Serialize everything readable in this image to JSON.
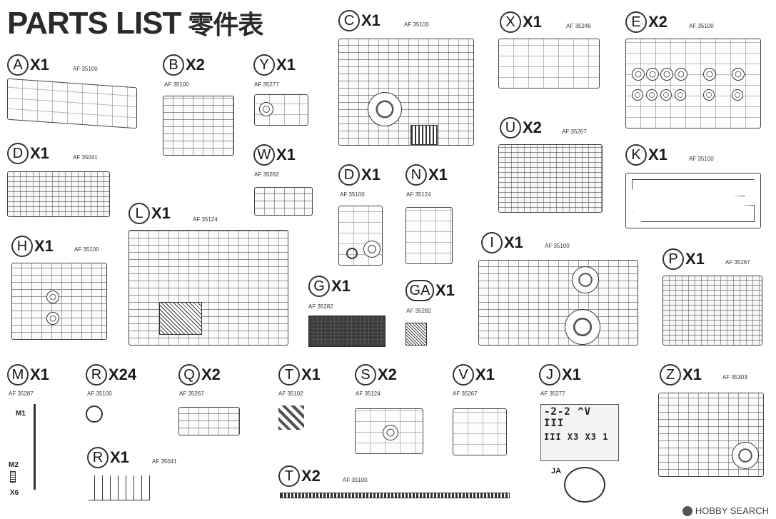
{
  "title": {
    "main": "PARTS  LIST",
    "chinese": "零件表"
  },
  "parts": [
    {
      "id": "A",
      "letter": "A",
      "qty": "X1",
      "code": "AF 35100"
    },
    {
      "id": "B",
      "letter": "B",
      "qty": "X2",
      "code": "AF 35100"
    },
    {
      "id": "Y",
      "letter": "Y",
      "qty": "X1",
      "code": "AF 35277"
    },
    {
      "id": "C",
      "letter": "C",
      "qty": "X1",
      "code": "AF 35100"
    },
    {
      "id": "X",
      "letter": "X",
      "qty": "X1",
      "code": "AF 35246"
    },
    {
      "id": "E",
      "letter": "E",
      "qty": "X2",
      "code": "AF 35100"
    },
    {
      "id": "D1",
      "letter": "D",
      "qty": "X1",
      "code": "AF 35041"
    },
    {
      "id": "W",
      "letter": "W",
      "qty": "X1",
      "code": "AF 35282"
    },
    {
      "id": "U",
      "letter": "U",
      "qty": "X2",
      "code": "AF 35267"
    },
    {
      "id": "K",
      "letter": "K",
      "qty": "X1",
      "code": "AF 35100"
    },
    {
      "id": "D2",
      "letter": "D",
      "qty": "X1",
      "code": "AF 35100"
    },
    {
      "id": "N",
      "letter": "N",
      "qty": "X1",
      "code": "AF 35124"
    },
    {
      "id": "L",
      "letter": "L",
      "qty": "X1",
      "code": "AF 35124"
    },
    {
      "id": "H",
      "letter": "H",
      "qty": "X1",
      "code": "AF 35100"
    },
    {
      "id": "I",
      "letter": "I",
      "qty": "X1",
      "code": "AF 35100"
    },
    {
      "id": "P",
      "letter": "P",
      "qty": "X1",
      "code": "AF 35267"
    },
    {
      "id": "G",
      "letter": "G",
      "qty": "X1",
      "code": "AF 35282"
    },
    {
      "id": "GA",
      "letter": "GA",
      "qty": "X1",
      "code": "AF 35282"
    },
    {
      "id": "M",
      "letter": "M",
      "qty": "X1",
      "code": "AF 35287"
    },
    {
      "id": "R1",
      "letter": "R",
      "qty": "X24",
      "code": "AF 35100"
    },
    {
      "id": "Q",
      "letter": "Q",
      "qty": "X2",
      "code": "AF 35267"
    },
    {
      "id": "T1",
      "letter": "T",
      "qty": "X1",
      "code": "AF 35102"
    },
    {
      "id": "S",
      "letter": "S",
      "qty": "X2",
      "code": "AF 35124"
    },
    {
      "id": "V",
      "letter": "V",
      "qty": "X1",
      "code": "AF 35267"
    },
    {
      "id": "J",
      "letter": "J",
      "qty": "X1",
      "code": "AF 35277"
    },
    {
      "id": "Z",
      "letter": "Z",
      "qty": "X1",
      "code": "AF 35303"
    },
    {
      "id": "R2",
      "letter": "R",
      "qty": "X1",
      "code": "AF 35041"
    },
    {
      "id": "T2",
      "letter": "T",
      "qty": "X2",
      "code": "AF 35100"
    }
  ],
  "part_labels": {
    "m1": "M1",
    "m2": "M2",
    "x6": "X6",
    "ja": "JA"
  },
  "decal_text": {
    "line1": "-2-2 ^V III",
    "line2": "III X3 X3 1"
  },
  "watermark": "HOBBY SEARCH"
}
